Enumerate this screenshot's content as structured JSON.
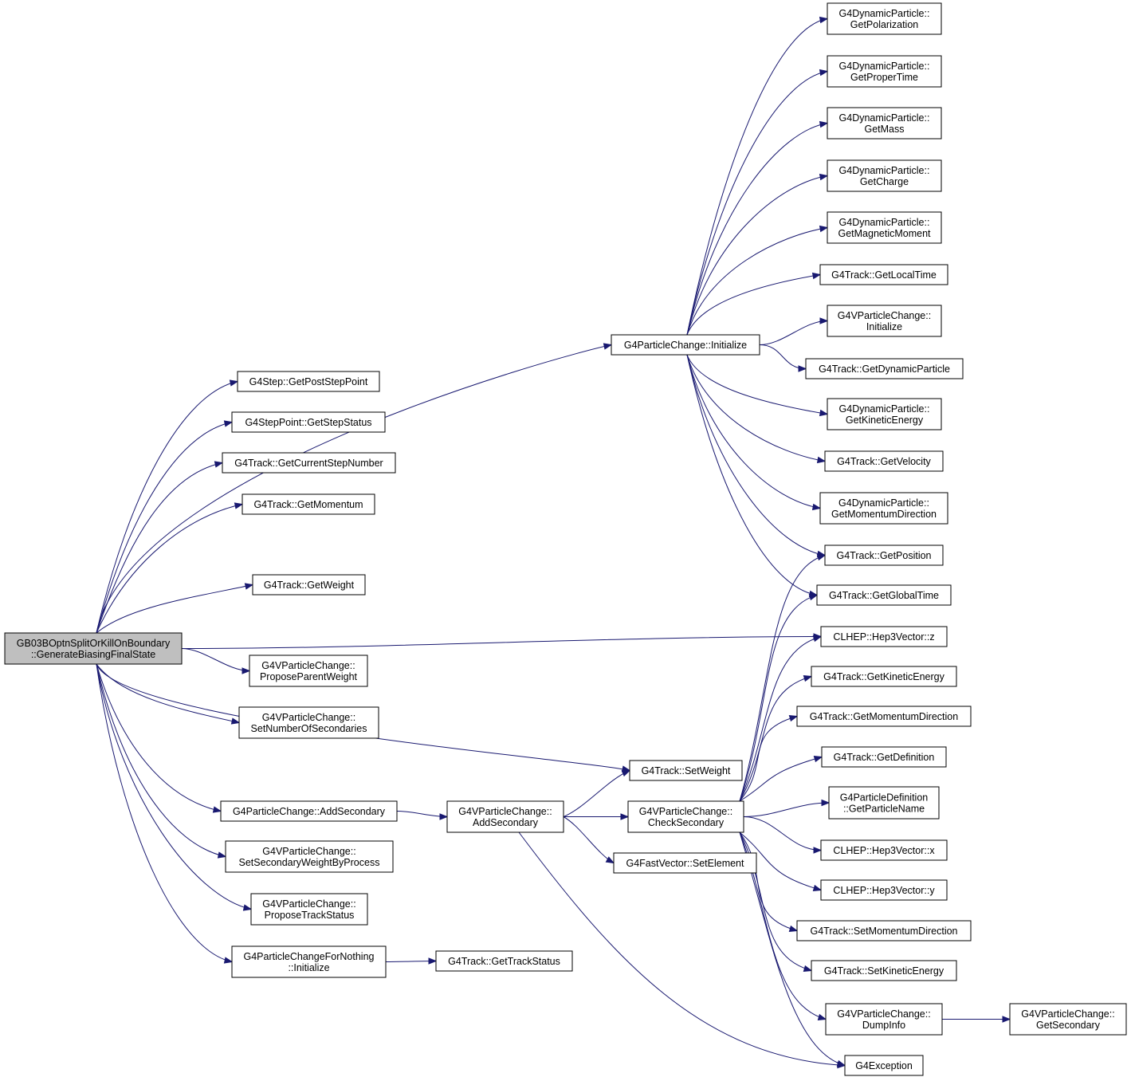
{
  "colors": {
    "edge": "#191970",
    "node_border": "#000000",
    "root_fill": "#bfbfbf",
    "node_fill": "#ffffff"
  },
  "nodes": [
    {
      "id": "root",
      "lines": [
        "GB03BOptnSplitOrKillOnBoundary",
        "::GenerateBiasingFinalState"
      ]
    },
    {
      "id": "postStepPoint",
      "lines": [
        "G4Step::GetPostStepPoint"
      ]
    },
    {
      "id": "stepStatus",
      "lines": [
        "G4StepPoint::GetStepStatus"
      ]
    },
    {
      "id": "currentStepNumber",
      "lines": [
        "G4Track::GetCurrentStepNumber"
      ]
    },
    {
      "id": "momentum",
      "lines": [
        "G4Track::GetMomentum"
      ]
    },
    {
      "id": "getWeight",
      "lines": [
        "G4Track::GetWeight"
      ]
    },
    {
      "id": "proposeParentWeight",
      "lines": [
        "G4VParticleChange::",
        "ProposeParentWeight"
      ]
    },
    {
      "id": "setNumSec",
      "lines": [
        "G4VParticleChange::",
        "SetNumberOfSecondaries"
      ]
    },
    {
      "id": "pcAddSecondary",
      "lines": [
        "G4ParticleChange::AddSecondary"
      ]
    },
    {
      "id": "setSecWeight",
      "lines": [
        "G4VParticleChange::",
        "SetSecondaryWeightByProcess"
      ]
    },
    {
      "id": "proposeTrackStatus",
      "lines": [
        "G4VParticleChange::",
        "ProposeTrackStatus"
      ]
    },
    {
      "id": "pcfnInit",
      "lines": [
        "G4ParticleChangeForNothing",
        "::Initialize"
      ]
    },
    {
      "id": "trackStatus",
      "lines": [
        "G4Track::GetTrackStatus"
      ]
    },
    {
      "id": "vpcAddSecondary",
      "lines": [
        "G4VParticleChange::",
        "AddSecondary"
      ]
    },
    {
      "id": "setWeight",
      "lines": [
        "G4Track::SetWeight"
      ]
    },
    {
      "id": "checkSecondary",
      "lines": [
        "G4VParticleChange::",
        "CheckSecondary"
      ]
    },
    {
      "id": "setElement",
      "lines": [
        "G4FastVector::SetElement"
      ]
    },
    {
      "id": "pcInit",
      "lines": [
        "G4ParticleChange::Initialize"
      ]
    },
    {
      "id": "dpPolarization",
      "lines": [
        "G4DynamicParticle::",
        "GetPolarization"
      ]
    },
    {
      "id": "dpProperTime",
      "lines": [
        "G4DynamicParticle::",
        "GetProperTime"
      ]
    },
    {
      "id": "dpMass",
      "lines": [
        "G4DynamicParticle::",
        "GetMass"
      ]
    },
    {
      "id": "dpCharge",
      "lines": [
        "G4DynamicParticle::",
        "GetCharge"
      ]
    },
    {
      "id": "dpMagMoment",
      "lines": [
        "G4DynamicParticle::",
        "GetMagneticMoment"
      ]
    },
    {
      "id": "localTime",
      "lines": [
        "G4Track::GetLocalTime"
      ]
    },
    {
      "id": "vpcInit",
      "lines": [
        "G4VParticleChange::",
        "Initialize"
      ]
    },
    {
      "id": "dynParticle",
      "lines": [
        "G4Track::GetDynamicParticle"
      ]
    },
    {
      "id": "dpKinEnergy",
      "lines": [
        "G4DynamicParticle::",
        "GetKineticEnergy"
      ]
    },
    {
      "id": "velocity",
      "lines": [
        "G4Track::GetVelocity"
      ]
    },
    {
      "id": "dpMomDir",
      "lines": [
        "G4DynamicParticle::",
        "GetMomentumDirection"
      ]
    },
    {
      "id": "position",
      "lines": [
        "G4Track::GetPosition"
      ]
    },
    {
      "id": "globalTime",
      "lines": [
        "G4Track::GetGlobalTime"
      ]
    },
    {
      "id": "hepZ",
      "lines": [
        "CLHEP::Hep3Vector::z"
      ]
    },
    {
      "id": "trkKinEnergy",
      "lines": [
        "G4Track::GetKineticEnergy"
      ]
    },
    {
      "id": "trkMomDir",
      "lines": [
        "G4Track::GetMomentumDirection"
      ]
    },
    {
      "id": "definition",
      "lines": [
        "G4Track::GetDefinition"
      ]
    },
    {
      "id": "particleName",
      "lines": [
        "G4ParticleDefinition",
        "::GetParticleName"
      ]
    },
    {
      "id": "hepX",
      "lines": [
        "CLHEP::Hep3Vector::x"
      ]
    },
    {
      "id": "hepY",
      "lines": [
        "CLHEP::Hep3Vector::y"
      ]
    },
    {
      "id": "setMomDir",
      "lines": [
        "G4Track::SetMomentumDirection"
      ]
    },
    {
      "id": "setKinEnergy",
      "lines": [
        "G4Track::SetKineticEnergy"
      ]
    },
    {
      "id": "dumpInfo",
      "lines": [
        "G4VParticleChange::",
        "DumpInfo"
      ]
    },
    {
      "id": "exception",
      "lines": [
        "G4Exception"
      ]
    },
    {
      "id": "getSecondary",
      "lines": [
        "G4VParticleChange::",
        "GetSecondary"
      ]
    }
  ],
  "edges": [
    [
      "root",
      "postStepPoint"
    ],
    [
      "root",
      "stepStatus"
    ],
    [
      "root",
      "currentStepNumber"
    ],
    [
      "root",
      "momentum"
    ],
    [
      "root",
      "pcInit"
    ],
    [
      "root",
      "getWeight"
    ],
    [
      "root",
      "hepZ"
    ],
    [
      "root",
      "proposeParentWeight"
    ],
    [
      "root",
      "setNumSec"
    ],
    [
      "root",
      "setWeight"
    ],
    [
      "root",
      "pcAddSecondary"
    ],
    [
      "root",
      "setSecWeight"
    ],
    [
      "root",
      "proposeTrackStatus"
    ],
    [
      "root",
      "pcfnInit"
    ],
    [
      "pcfnInit",
      "trackStatus"
    ],
    [
      "pcAddSecondary",
      "vpcAddSecondary"
    ],
    [
      "vpcAddSecondary",
      "setWeight"
    ],
    [
      "vpcAddSecondary",
      "checkSecondary"
    ],
    [
      "vpcAddSecondary",
      "setElement"
    ],
    [
      "vpcAddSecondary",
      "exception"
    ],
    [
      "pcInit",
      "dpPolarization"
    ],
    [
      "pcInit",
      "dpProperTime"
    ],
    [
      "pcInit",
      "dpMass"
    ],
    [
      "pcInit",
      "dpCharge"
    ],
    [
      "pcInit",
      "dpMagMoment"
    ],
    [
      "pcInit",
      "localTime"
    ],
    [
      "pcInit",
      "vpcInit"
    ],
    [
      "pcInit",
      "dynParticle"
    ],
    [
      "pcInit",
      "dpKinEnergy"
    ],
    [
      "pcInit",
      "velocity"
    ],
    [
      "pcInit",
      "dpMomDir"
    ],
    [
      "pcInit",
      "position"
    ],
    [
      "pcInit",
      "globalTime"
    ],
    [
      "checkSecondary",
      "position"
    ],
    [
      "checkSecondary",
      "globalTime"
    ],
    [
      "checkSecondary",
      "hepZ"
    ],
    [
      "checkSecondary",
      "trkKinEnergy"
    ],
    [
      "checkSecondary",
      "trkMomDir"
    ],
    [
      "checkSecondary",
      "definition"
    ],
    [
      "checkSecondary",
      "particleName"
    ],
    [
      "checkSecondary",
      "hepX"
    ],
    [
      "checkSecondary",
      "hepY"
    ],
    [
      "checkSecondary",
      "setMomDir"
    ],
    [
      "checkSecondary",
      "setKinEnergy"
    ],
    [
      "checkSecondary",
      "dumpInfo"
    ],
    [
      "checkSecondary",
      "exception"
    ],
    [
      "dumpInfo",
      "getSecondary"
    ]
  ]
}
